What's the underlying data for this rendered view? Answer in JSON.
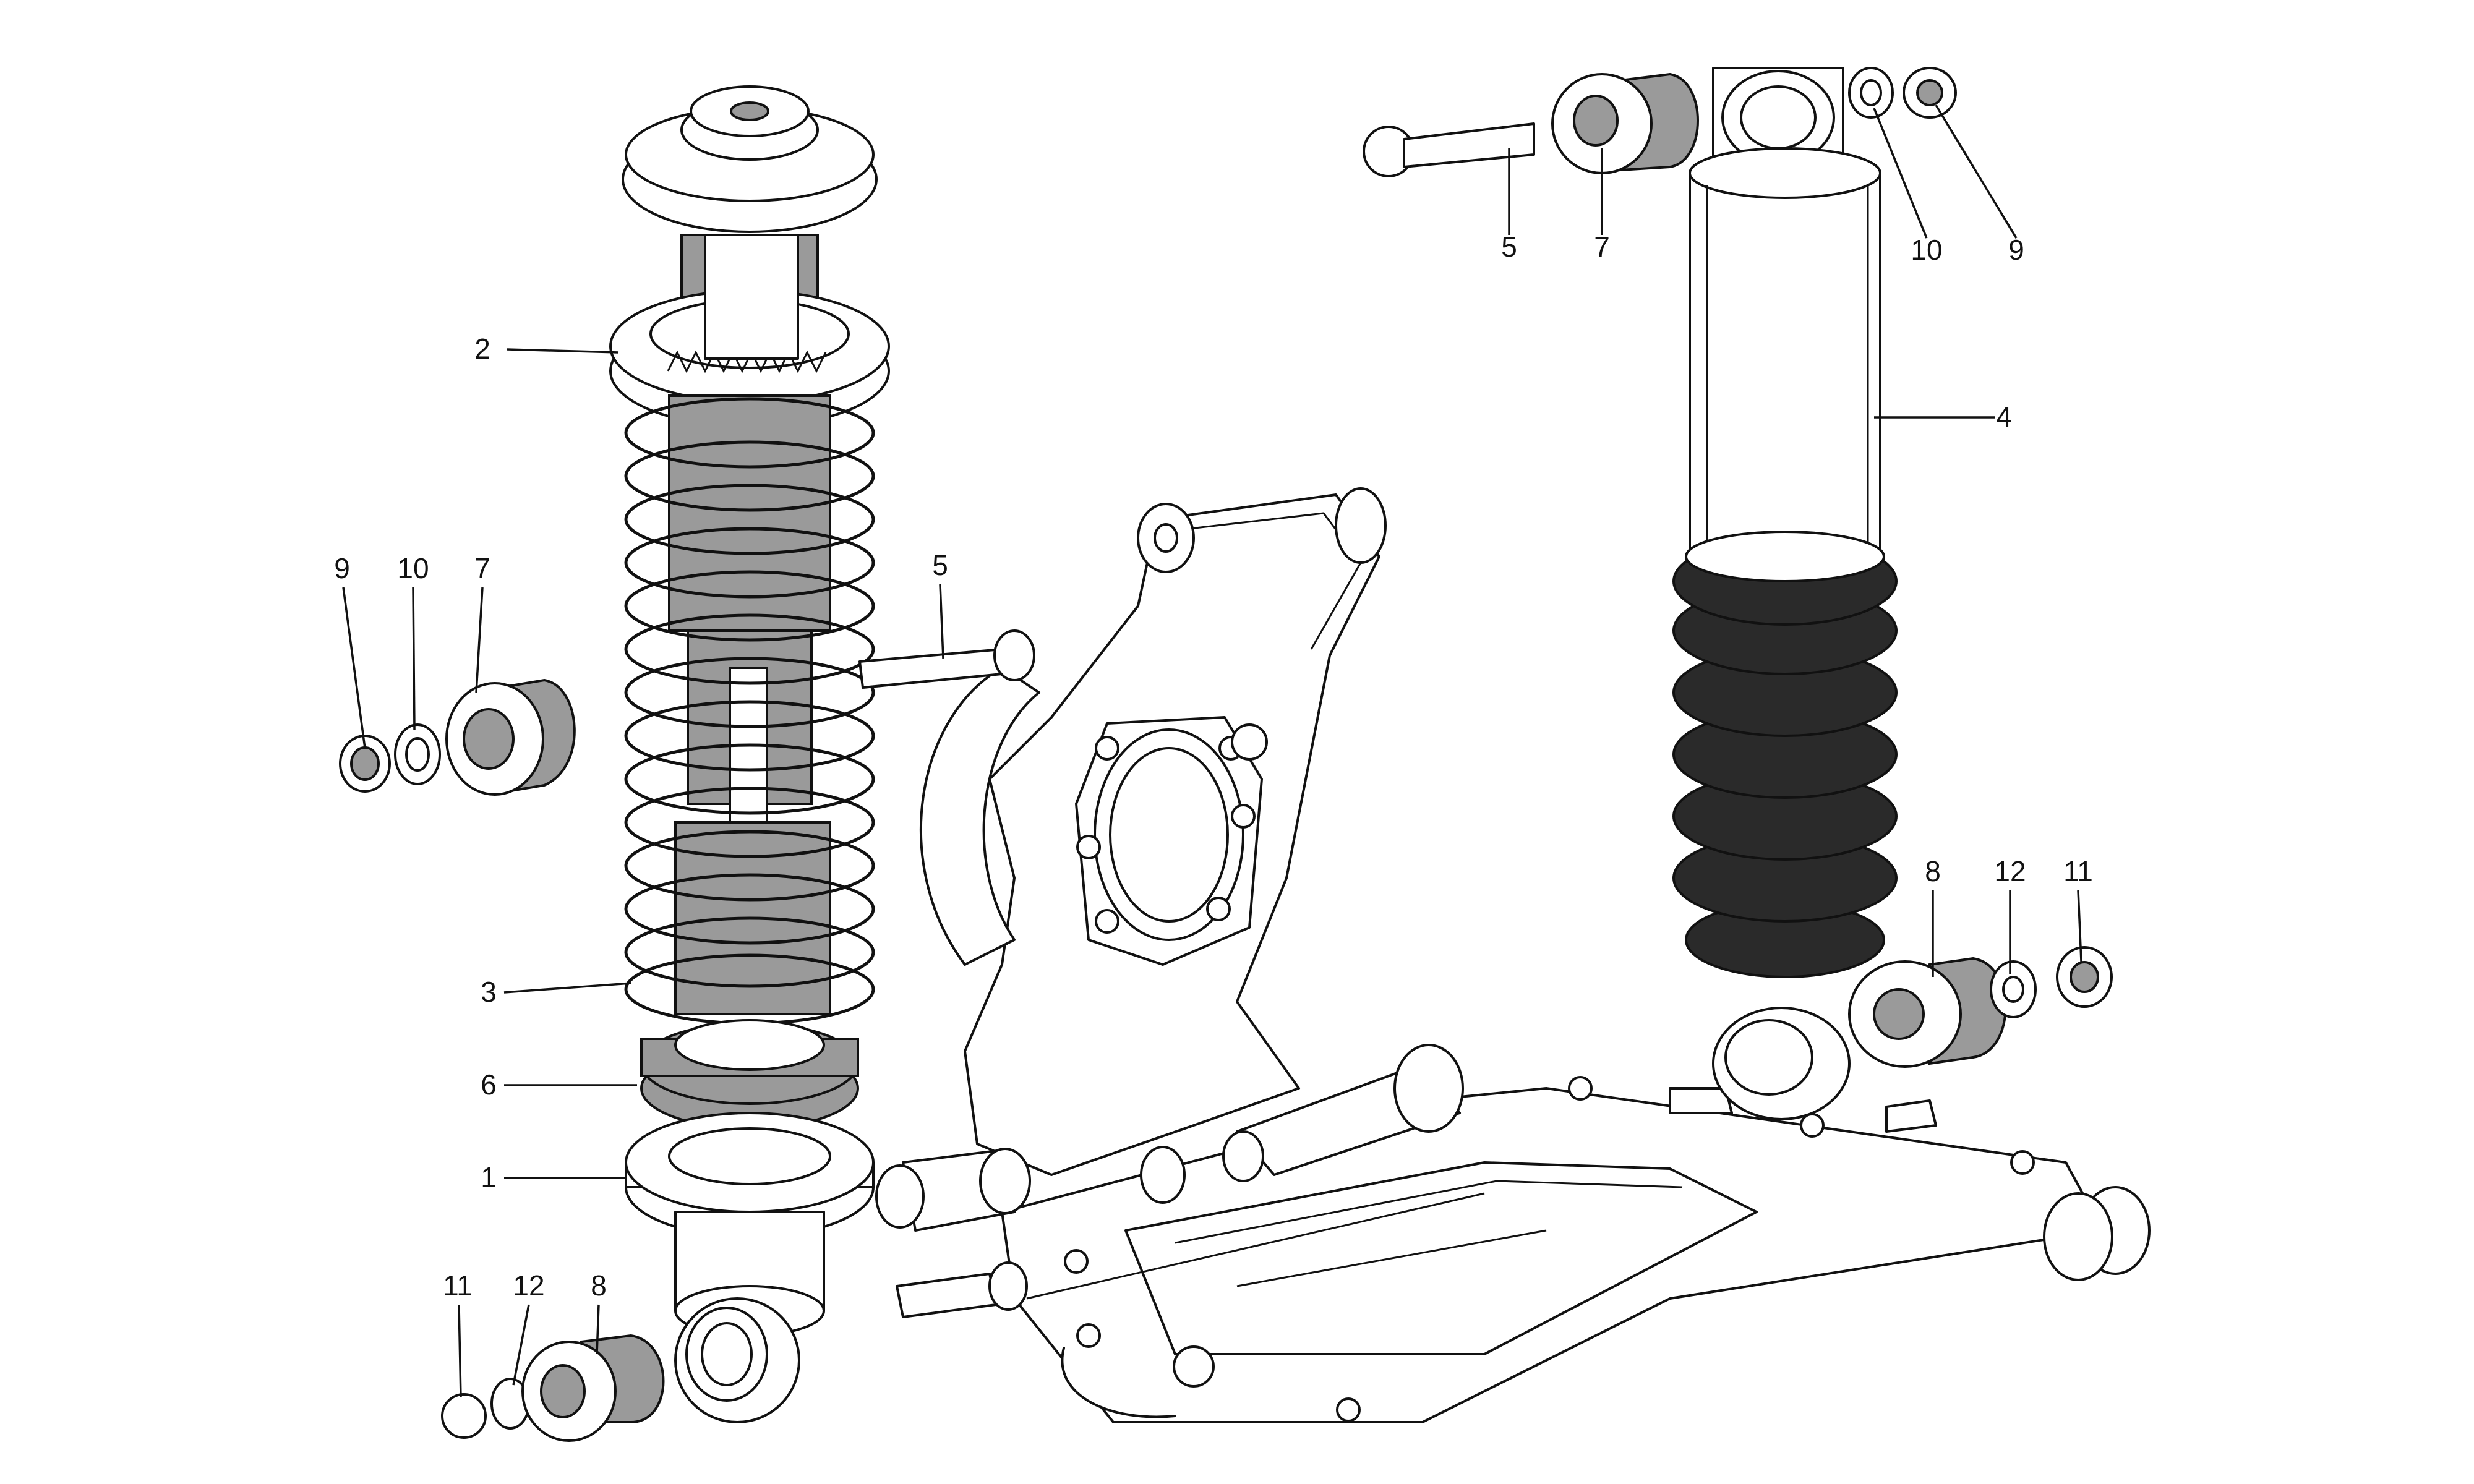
{
  "callouts": {
    "left_2": "2",
    "left_3": "3",
    "left_6": "6",
    "left_1": "1",
    "left_9": "9",
    "left_10": "10",
    "left_7": "7",
    "center_5": "5",
    "bottom_11": "11",
    "bottom_12": "12",
    "bottom_8": "8",
    "top_5": "5",
    "top_7": "7",
    "top_10": "10",
    "top_9": "9",
    "right_4": "4",
    "right_8": "8",
    "right_12": "12",
    "right_11": "11"
  }
}
